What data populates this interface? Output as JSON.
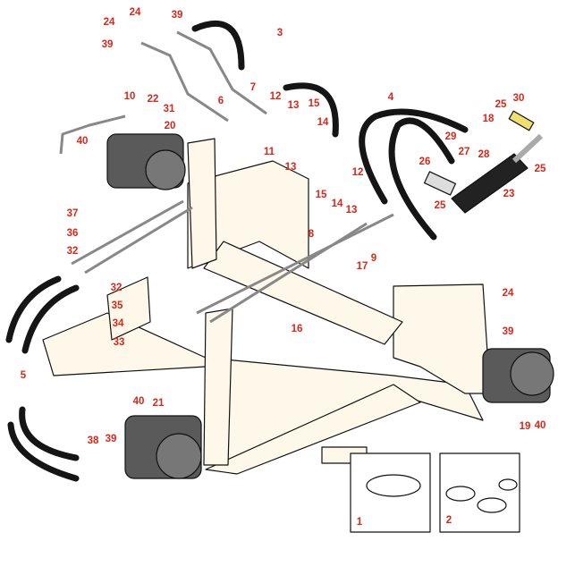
{
  "diagram": {
    "type": "exploded parts diagram",
    "colors": {
      "callout": "#d8281a",
      "frame": "#fdf8ea",
      "hose": "#1a1a1a",
      "motor": "#5a5a5a",
      "brass": "#f0e070"
    },
    "callouts": [
      "24",
      "39",
      "24",
      "39",
      "3",
      "7",
      "6",
      "10",
      "22",
      "31",
      "20",
      "40",
      "12",
      "13",
      "15",
      "14",
      "11",
      "13",
      "15",
      "14",
      "12",
      "13",
      "4",
      "25",
      "30",
      "18",
      "29",
      "27",
      "28",
      "26",
      "25",
      "23",
      "25",
      "37",
      "36",
      "32",
      "8",
      "9",
      "17",
      "32",
      "35",
      "34",
      "33",
      "16",
      "5",
      "24",
      "39",
      "40",
      "21",
      "39",
      "38",
      "19",
      "40",
      "1",
      "2"
    ]
  }
}
